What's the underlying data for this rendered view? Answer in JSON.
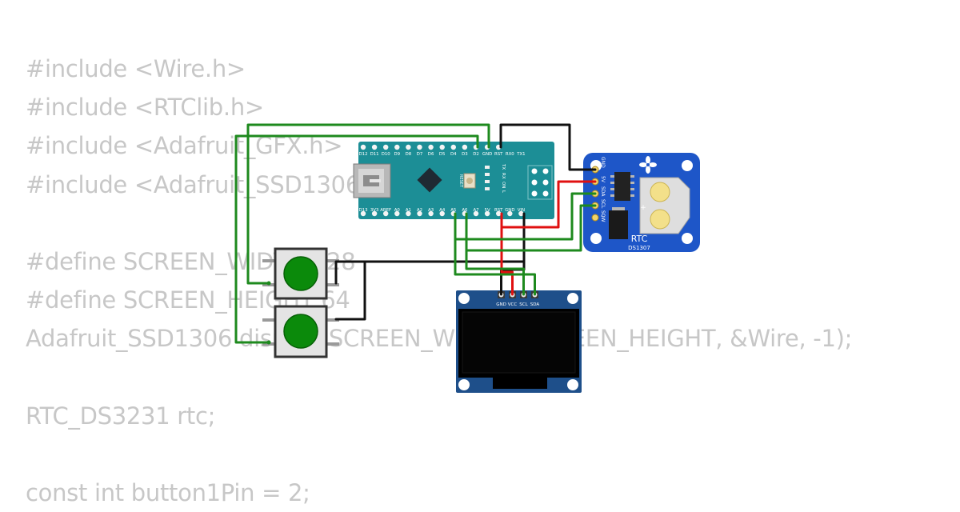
{
  "code_lines": [
    "#include <Wire.h>",
    "#include <RTClib.h>",
    "#include <Adafruit_GFX.h>",
    "#include <Adafruit_SSD1306.h>",
    "",
    "#define SCREEN_WIDTH 128",
    "#define SCREEN_HEIGHT 64",
    "Adafruit_SSD1306 display(SCREEN_WIDTH, SCREEN_HEIGHT, &Wire, -1);",
    "",
    "RTC_DS3231 rtc;",
    "",
    "const int button1Pin = 2;"
  ],
  "arduino": {
    "top_pins": [
      "D12",
      "D11",
      "D10",
      "D9",
      "D8",
      "D7",
      "D6",
      "D5",
      "D4",
      "D3",
      "D2",
      "GND",
      "RST",
      "RX0",
      "TX1"
    ],
    "bottom_pins": [
      "D13",
      "3V3",
      "AREF",
      "A0",
      "A1",
      "A2",
      "A3",
      "A4",
      "A5",
      "A6",
      "A7",
      "5V",
      "RST",
      "GND",
      "VIN"
    ],
    "reset_label": "RESET",
    "led_labels": [
      "TX",
      "RX",
      "ON",
      "L"
    ]
  },
  "rtc_module": {
    "title": "RTC",
    "chip": "DS1307",
    "pins": [
      "GND",
      "5V",
      "SDA",
      "SCL",
      "SQW"
    ],
    "plus_label": "+"
  },
  "oled": {
    "pins": [
      "GND",
      "VCC",
      "SCL",
      "SDA"
    ]
  },
  "colors": {
    "code_text": "#c7c7c7",
    "wire_green": "#1e8a1e",
    "wire_black": "#111111",
    "wire_red": "#e01010",
    "nano_board": "#1c8e96",
    "rtc_board": "#1e56c8",
    "oled_board": "#1e4f8a",
    "button_cap": "#0b8a0b"
  }
}
